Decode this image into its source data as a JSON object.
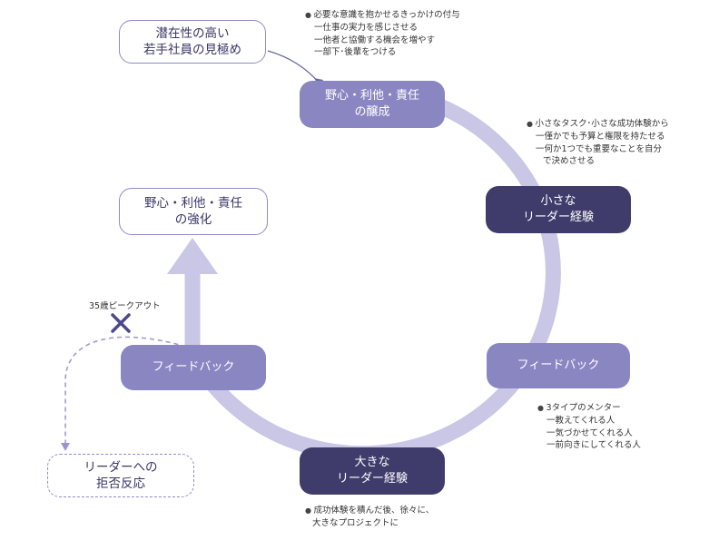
{
  "boxes": {
    "young_employee": [
      "潜在性の高い",
      "若手社員の見極め"
    ],
    "ambition_cultivate": [
      "野心・利他・責任",
      "の醸成"
    ],
    "small_leader": [
      "小さな",
      "リーダー経験"
    ],
    "feedback_right": "フィードバック",
    "big_leader": [
      "大きな",
      "リーダー経験"
    ],
    "feedback_left": "フィードバック",
    "ambition_strengthen": [
      "野心・利他・責任",
      "の強化"
    ],
    "leader_rejection": [
      "リーダーへの",
      "拒否反応"
    ]
  },
  "notes": {
    "top": {
      "head": "必要な意識を抱かせるきっかけの付与",
      "items": [
        "一仕事の実力を感じさせる",
        "一他者と協働する機会を増やす",
        "一部下･後輩をつける"
      ]
    },
    "small": {
      "head": "小さなタスク･小さな成功体験から",
      "items": [
        "一僅かでも予算と権限を持たせる",
        "一何か1つでも重要なことを自分",
        "で決めさせる"
      ]
    },
    "mentor": {
      "head": "3タイプのメンター",
      "items": [
        "一教えてくれる人",
        "一気づかせてくれる人",
        "一前向きにしてくれる人"
      ]
    },
    "big": {
      "head": "成功体験を積んだ後、徐々に、",
      "items": [
        "大きなプロジェクトに"
      ]
    }
  },
  "peak_label": "35歳ピークアウト",
  "colors": {
    "ring": "#c9c6e6",
    "box_mid": "#8a86c2",
    "box_dark": "#3f3c6b",
    "outline": "#8f8bc6",
    "cross": "#4d4a8c"
  }
}
